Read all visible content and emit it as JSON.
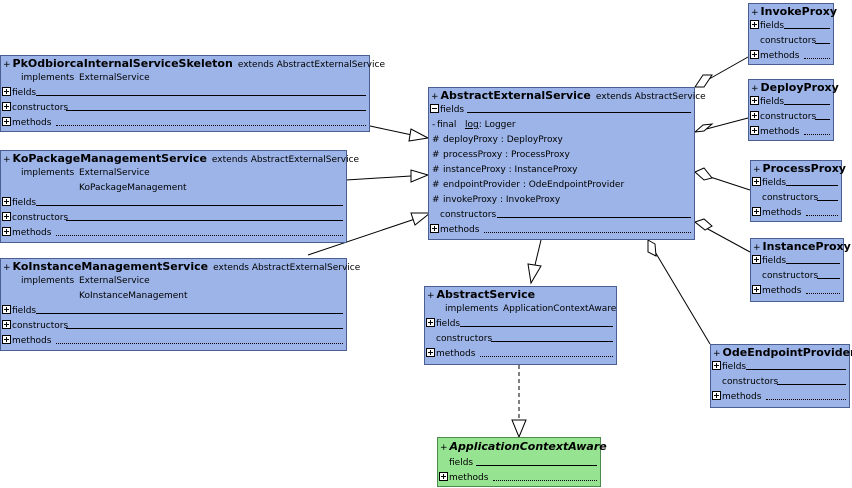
{
  "classes": {
    "pk": {
      "visibility": "+",
      "name": "PkOdbiorcaInternalServiceSkeleton",
      "extends_kw": "extends",
      "extends": "AbstractExternalService",
      "implements_kw": "implements",
      "implements": "ExternalService",
      "fields": "fields",
      "constructors": "constructors",
      "methods": "methods"
    },
    "kopackage": {
      "visibility": "+",
      "name": "KoPackageManagementService",
      "extends_kw": "extends",
      "extends": "AbstractExternalService",
      "implements_kw": "implements",
      "implements": "ExternalService",
      "implements_2": "KoPackageManagement",
      "fields": "fields",
      "constructors": "constructors",
      "methods": "methods"
    },
    "koinstance": {
      "visibility": "+",
      "name": "KoInstanceManagementService",
      "extends_kw": "extends",
      "extends": "AbstractExternalService",
      "implements_kw": "implements",
      "implements": "ExternalService",
      "implements_2": "KoInstanceManagement",
      "fields": "fields",
      "constructors": "constructors",
      "methods": "methods"
    },
    "abstractexternal": {
      "visibility": "+",
      "name": "AbstractExternalService",
      "extends_kw": "extends",
      "extends": "AbstractService",
      "fields": "fields",
      "attributes": [
        {
          "vis": "-",
          "modifier": "final",
          "name": "log",
          "type": ": Logger"
        },
        {
          "vis": "#",
          "text": "deployProxy : DeployProxy"
        },
        {
          "vis": "#",
          "text": "processProxy : ProcessProxy"
        },
        {
          "vis": "#",
          "text": "instanceProxy : InstanceProxy"
        },
        {
          "vis": "#",
          "text": "endpointProvider : OdeEndpointProvider"
        },
        {
          "vis": "#",
          "text": "invokeProxy : InvokeProxy"
        }
      ],
      "constructors": "constructors",
      "methods": "methods"
    },
    "abstractservice": {
      "visibility": "+",
      "name": "AbstractService",
      "implements_kw": "implements",
      "implements": "ApplicationContextAware",
      "fields": "fields",
      "constructors": "constructors",
      "methods": "methods"
    },
    "appctx": {
      "visibility": "+",
      "name": "ApplicationContextAware",
      "fields": "fields",
      "methods": "methods"
    },
    "invoke": {
      "visibility": "+",
      "name": "InvokeProxy",
      "fields": "fields",
      "constructors": "constructors",
      "methods": "methods"
    },
    "deploy": {
      "visibility": "+",
      "name": "DeployProxy",
      "fields": "fields",
      "constructors": "constructors",
      "methods": "methods"
    },
    "process": {
      "visibility": "+",
      "name": "ProcessProxy",
      "fields": "fields",
      "constructors": "constructors",
      "methods": "methods"
    },
    "instance": {
      "visibility": "+",
      "name": "InstanceProxy",
      "fields": "fields",
      "constructors": "constructors",
      "methods": "methods"
    },
    "odeendpoint": {
      "visibility": "+",
      "name": "OdeEndpointProvider",
      "fields": "fields",
      "constructors": "constructors",
      "methods": "methods"
    }
  },
  "colors": {
    "class_fill": "#9db4e8",
    "interface_fill": "#96e492",
    "border": "#4a5f8f"
  }
}
